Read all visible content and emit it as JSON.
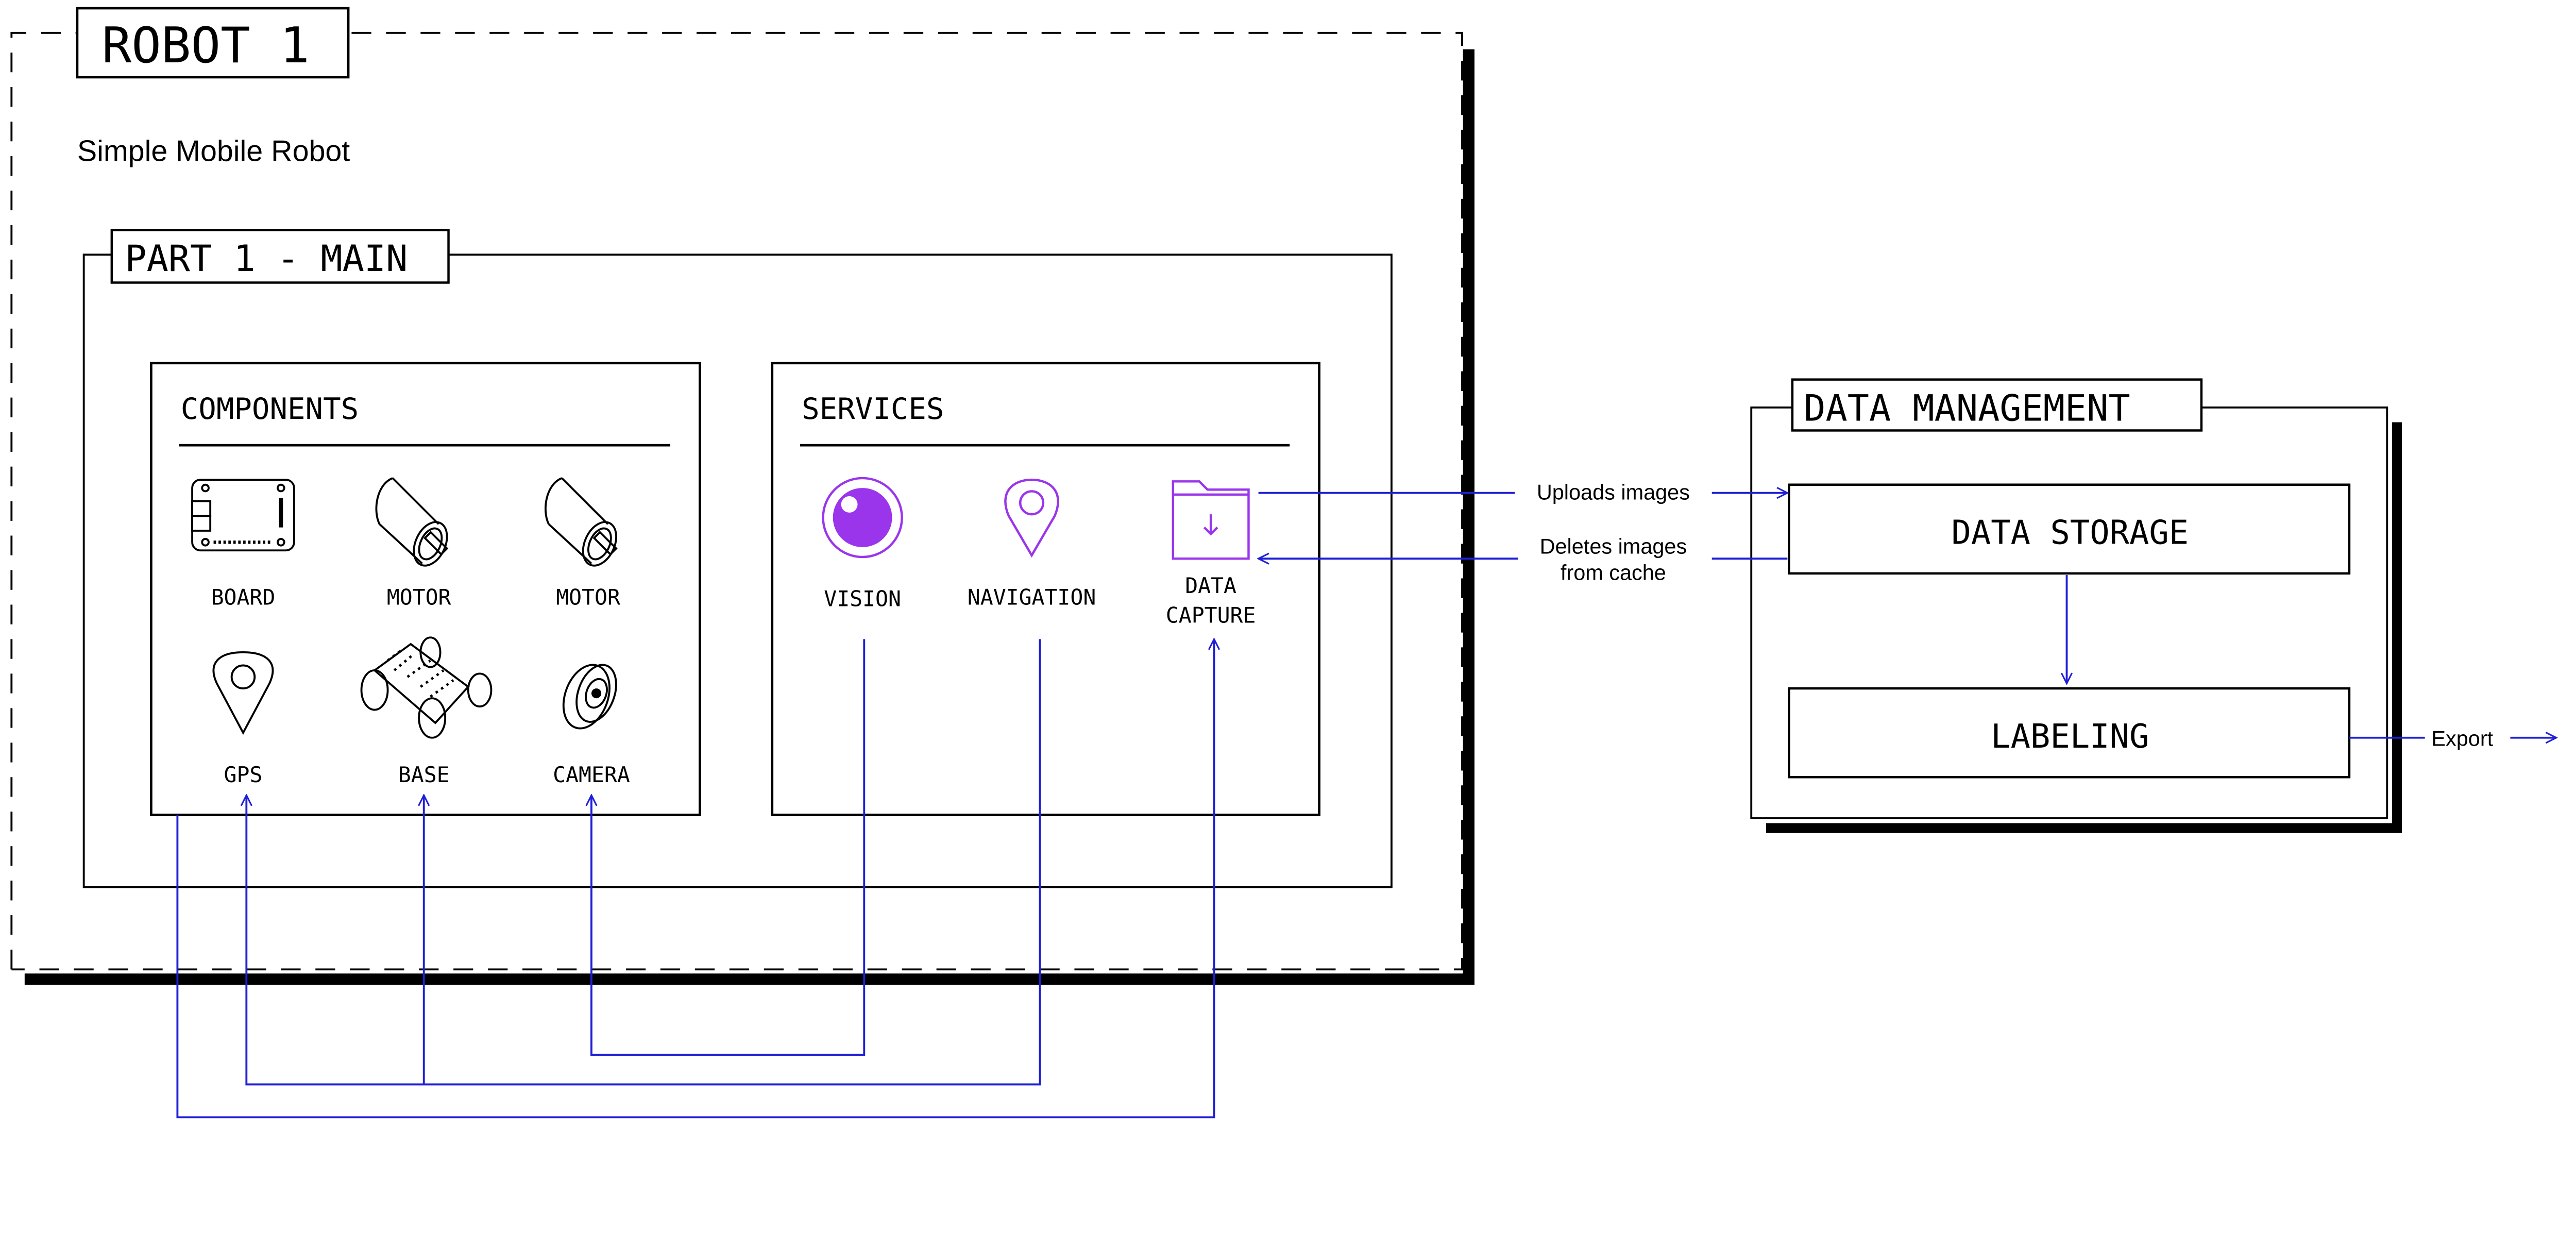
{
  "robot": {
    "title": "ROBOT 1",
    "subtitle": "Simple Mobile Robot",
    "part": {
      "title": "PART 1 - MAIN",
      "components": {
        "header": "COMPONENTS",
        "items": [
          {
            "label": "BOARD",
            "icon": "board-icon"
          },
          {
            "label": "MOTOR",
            "icon": "motor-icon"
          },
          {
            "label": "MOTOR",
            "icon": "motor-icon"
          },
          {
            "label": "GPS",
            "icon": "gps-pin-icon"
          },
          {
            "label": "BASE",
            "icon": "rover-base-icon"
          },
          {
            "label": "CAMERA",
            "icon": "camera-icon"
          }
        ]
      },
      "services": {
        "header": "SERVICES",
        "items": [
          {
            "label": "VISION",
            "icon": "eye-icon"
          },
          {
            "label": "NAVIGATION",
            "icon": "location-pin-icon"
          },
          {
            "label_line1": "DATA",
            "label_line2": "CAPTURE",
            "icon": "folder-download-icon"
          }
        ]
      }
    }
  },
  "data_management": {
    "title": "DATA MANAGEMENT",
    "storage": "DATA STORAGE",
    "labeling": "LABELING"
  },
  "edges": {
    "uploads": "Uploads images",
    "deletes_line1": "Deletes images",
    "deletes_line2": "from cache",
    "export": "Export"
  },
  "colors": {
    "connector": "#1f1fd6",
    "service_icon": "#9a35ec",
    "text": "#000000"
  }
}
